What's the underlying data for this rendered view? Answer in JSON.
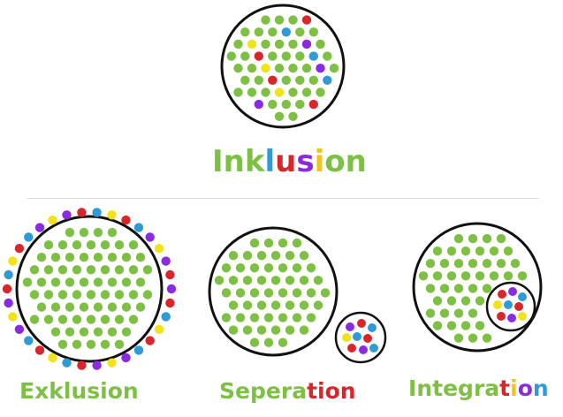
{
  "colors": {
    "green": "#7dc043",
    "purple": "#8a2be2",
    "red": "#d9262b",
    "blue": "#2e9ad6",
    "yellow": "#f2e21b",
    "outline": "#111111"
  },
  "words": [
    {
      "id": "inklusion",
      "letters": [
        {
          "ch": "I",
          "color": "#7dc043"
        },
        {
          "ch": "n",
          "color": "#7dc043"
        },
        {
          "ch": "k",
          "color": "#7dc043"
        },
        {
          "ch": "l",
          "color": "#2e9ad6"
        },
        {
          "ch": "u",
          "color": "#d9262b"
        },
        {
          "ch": "s",
          "color": "#8a2be2"
        },
        {
          "ch": "i",
          "color": "#f2c318"
        },
        {
          "ch": "o",
          "color": "#7dc043"
        },
        {
          "ch": "n",
          "color": "#7dc043"
        }
      ]
    },
    {
      "id": "exklusion",
      "letters": [
        {
          "ch": "E",
          "color": "#7dc043"
        },
        {
          "ch": "x",
          "color": "#7dc043"
        },
        {
          "ch": "k",
          "color": "#7dc043"
        },
        {
          "ch": "l",
          "color": "#7dc043"
        },
        {
          "ch": "u",
          "color": "#7dc043"
        },
        {
          "ch": "s",
          "color": "#7dc043"
        },
        {
          "ch": "i",
          "color": "#7dc043"
        },
        {
          "ch": "o",
          "color": "#7dc043"
        },
        {
          "ch": "n",
          "color": "#7dc043"
        }
      ]
    },
    {
      "id": "seperation",
      "letters": [
        {
          "ch": "S",
          "color": "#7dc043"
        },
        {
          "ch": "e",
          "color": "#7dc043"
        },
        {
          "ch": "p",
          "color": "#7dc043"
        },
        {
          "ch": "e",
          "color": "#7dc043"
        },
        {
          "ch": "r",
          "color": "#7dc043"
        },
        {
          "ch": "a",
          "color": "#7dc043"
        },
        {
          "ch": "t",
          "color": "#d9262b"
        },
        {
          "ch": "i",
          "color": "#d9262b"
        },
        {
          "ch": "o",
          "color": "#d9262b"
        },
        {
          "ch": "n",
          "color": "#d9262b"
        }
      ]
    },
    {
      "id": "integration",
      "letters": [
        {
          "ch": "I",
          "color": "#7dc043"
        },
        {
          "ch": "n",
          "color": "#7dc043"
        },
        {
          "ch": "t",
          "color": "#7dc043"
        },
        {
          "ch": "e",
          "color": "#7dc043"
        },
        {
          "ch": "g",
          "color": "#7dc043"
        },
        {
          "ch": "r",
          "color": "#7dc043"
        },
        {
          "ch": "a",
          "color": "#7dc043"
        },
        {
          "ch": "t",
          "color": "#d9262b"
        },
        {
          "ch": "i",
          "color": "#f2c318"
        },
        {
          "ch": "o",
          "color": "#8a2be2"
        },
        {
          "ch": "n",
          "color": "#2e9ad6"
        }
      ]
    }
  ]
}
